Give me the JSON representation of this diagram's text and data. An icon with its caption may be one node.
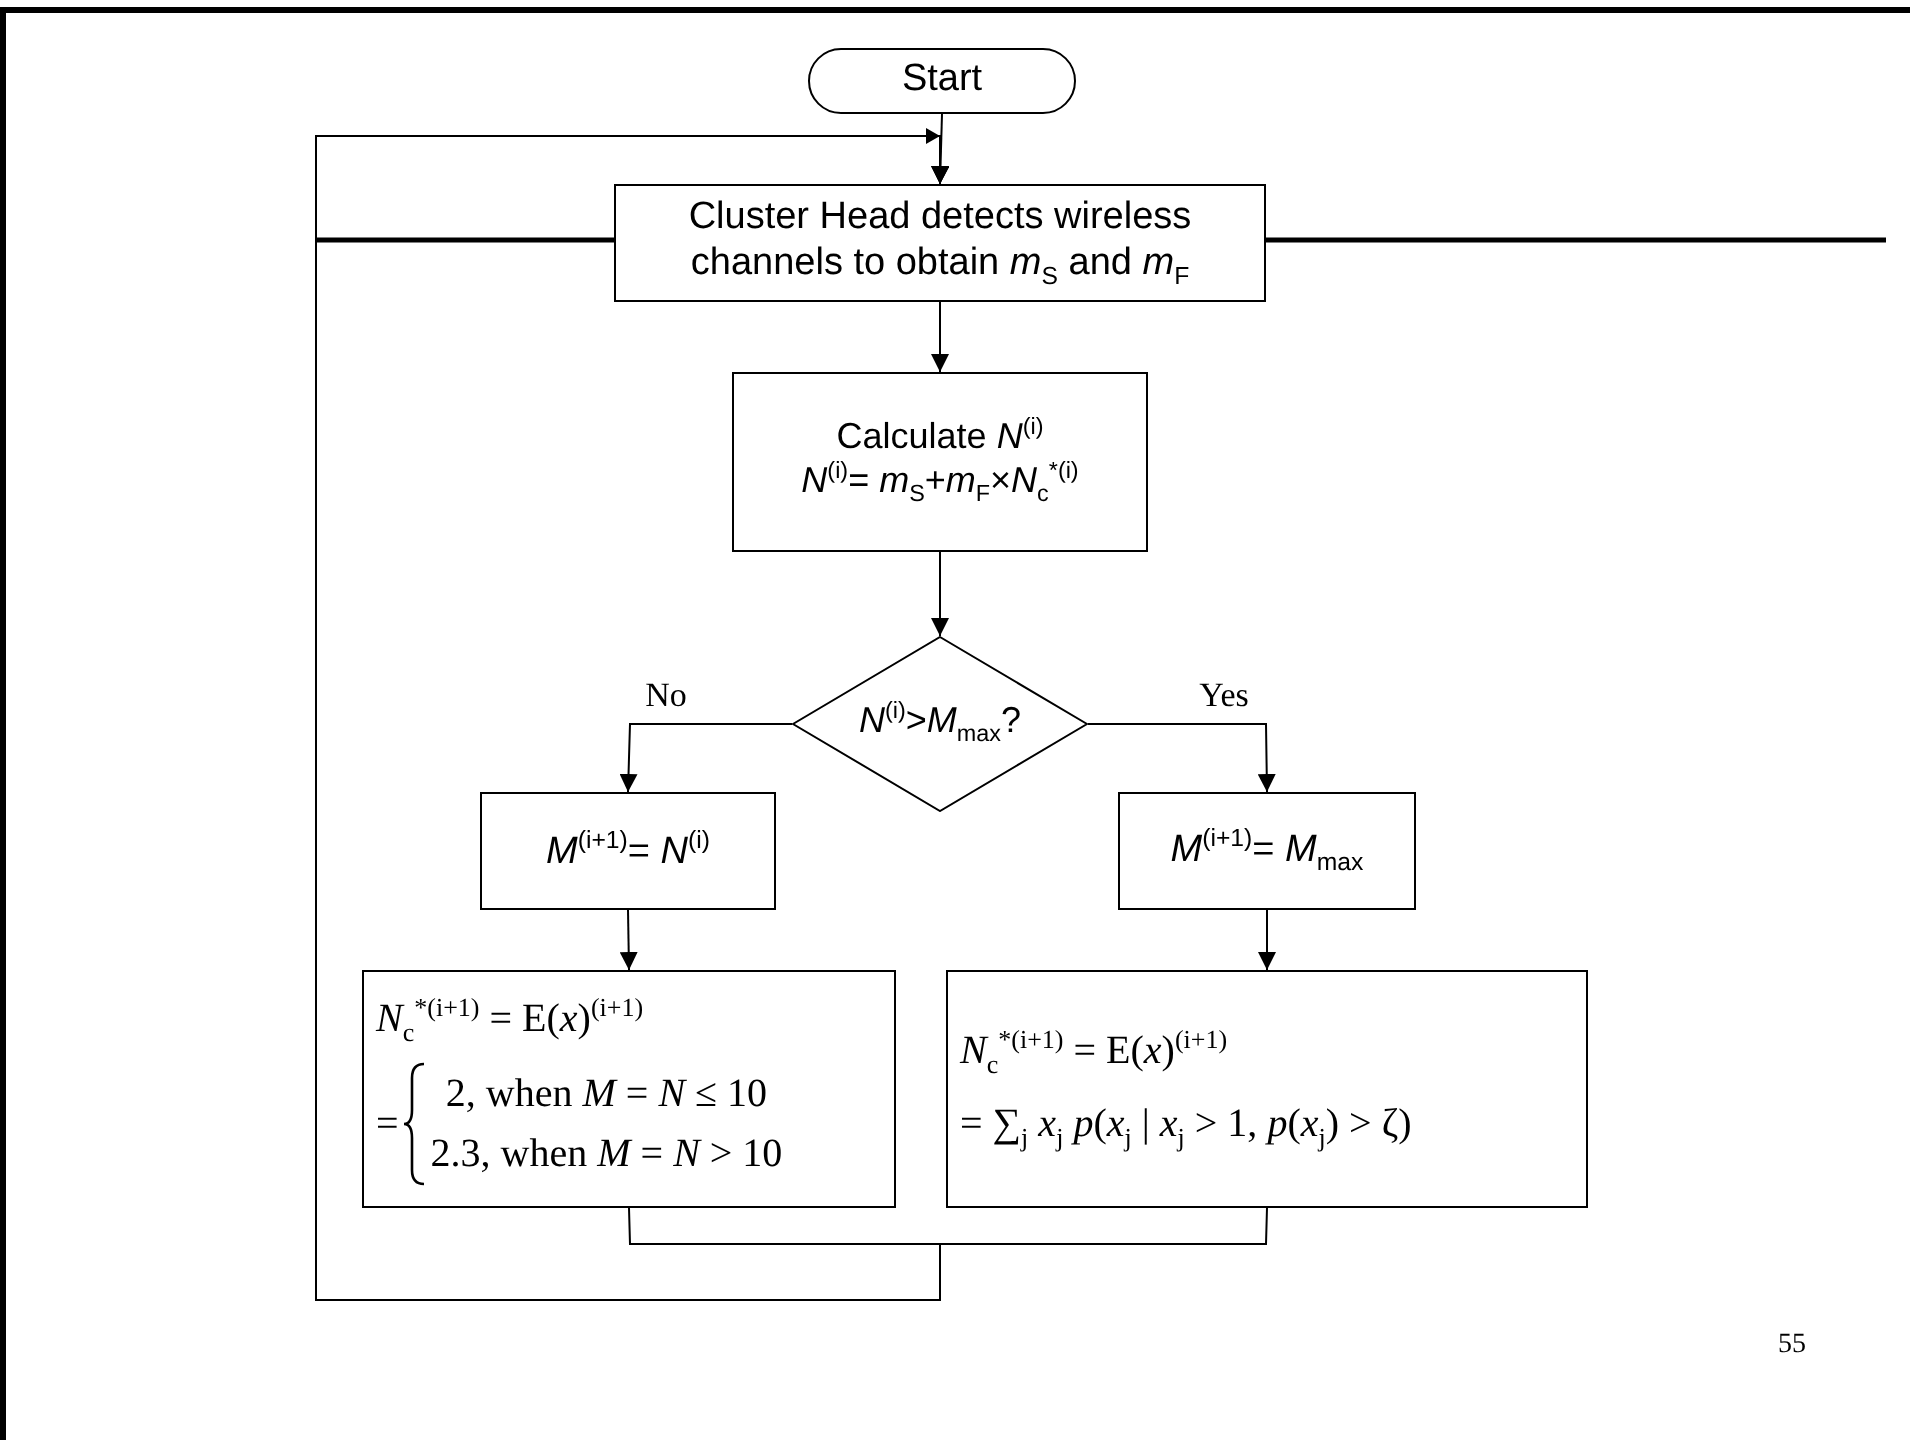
{
  "diagram": {
    "nodes": [
      {
        "text": [
          "Start"
        ]
      },
      {
        "text": [
          "Cluster Head detects wireless channels to obtain *m*$_{S}$ and *m*$_{F}$"
        ]
      },
      {
        "text": [
          "Calculate *N*$^{(i)}$",
          "*N*$^{(i)}$= *m*$_{S}$+*m*$_{F}$×*N*$_{c}$$^{*(i)}$"
        ]
      },
      {
        "text": [
          "*N*$^{(i)}$>*M*$_{max}$?"
        ]
      },
      {
        "text": [
          "*M*$^{(i+1)}$= *N*$^{(i)}$"
        ]
      },
      {
        "text": [
          "*M*$^{(i+1)}$= *M*$_{max}$"
        ]
      },
      {
        "text": [
          "*N*$_{c}$$^{*(i+1)}$ = E(*x*)$^{(i+1)}$",
          "=",
          "2, when *M* = *N* ≤ 10",
          "2.3, when *M* = *N* > 10"
        ]
      },
      {
        "text": [
          "*N*$_{c}$$^{*(i+1)}$ = E(*x*)$^{(i+1)}$",
          "= ∑$_{j}$ *x*$_{j}$ *p*(*x*$_{j}$ | *x*$_{j}$ > 1, *p*(*x*$_{j}$) > ζ)"
        ]
      }
    ],
    "edges": [
      {
        "from": 0,
        "to": 1,
        "arrow": "to"
      },
      {
        "from": 1,
        "to": 2,
        "arrow": "to"
      },
      {
        "from": 2,
        "to": 3,
        "arrow": "to"
      },
      {
        "from": 3,
        "to": 4,
        "arrow": "to",
        "label": "No"
      },
      {
        "from": 3,
        "to": 5,
        "arrow": "to",
        "label": "Yes"
      },
      {
        "from": 4,
        "to": 6,
        "arrow": "to"
      },
      {
        "from": 5,
        "to": 7,
        "arrow": "to"
      },
      {
        "from": 6,
        "to": 1,
        "arrow": "to"
      },
      {
        "from": 7,
        "to": 1,
        "arrow": "to"
      }
    ],
    "labels": [
      "55"
    ]
  }
}
